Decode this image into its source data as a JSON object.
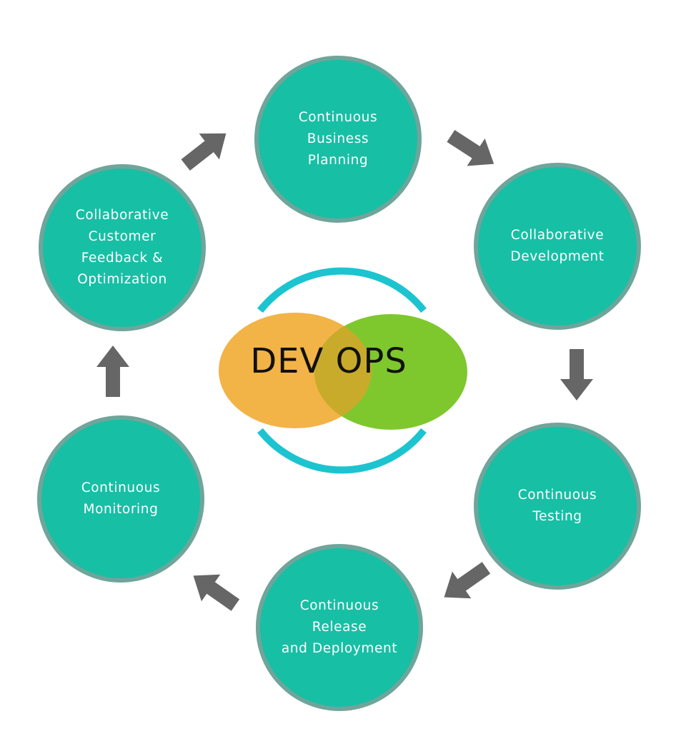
{
  "center": {
    "label": "DEV OPS",
    "colors": {
      "dev": "#f2b347",
      "ops": "#7ec82e",
      "overlap": "#c8ab2a",
      "ring": "#1cc4d0",
      "text": "#111111"
    }
  },
  "colors": {
    "node_fill": "#17bfa5",
    "node_border": "#6fa59a",
    "node_text": "#ffffff",
    "arrow": "#666666"
  },
  "stages": [
    {
      "id": "planning",
      "label": "Continuous\nBusiness\nPlanning"
    },
    {
      "id": "development",
      "label": "Collaborative\nDevelopment"
    },
    {
      "id": "testing",
      "label": "Continuous\nTesting"
    },
    {
      "id": "release",
      "label": "Continuous\nRelease\nand Deployment"
    },
    {
      "id": "monitoring",
      "label": "Continuous\nMonitoring"
    },
    {
      "id": "feedback",
      "label": "Collaborative\nCustomer\nFeedback &\nOptimization"
    }
  ],
  "arrows": [
    {
      "from": "planning",
      "to": "development",
      "icon": "arrow-icon"
    },
    {
      "from": "development",
      "to": "testing",
      "icon": "arrow-icon"
    },
    {
      "from": "testing",
      "to": "release",
      "icon": "arrow-icon"
    },
    {
      "from": "release",
      "to": "monitoring",
      "icon": "arrow-icon"
    },
    {
      "from": "monitoring",
      "to": "feedback",
      "icon": "arrow-icon"
    },
    {
      "from": "feedback",
      "to": "planning",
      "icon": "arrow-icon"
    }
  ]
}
